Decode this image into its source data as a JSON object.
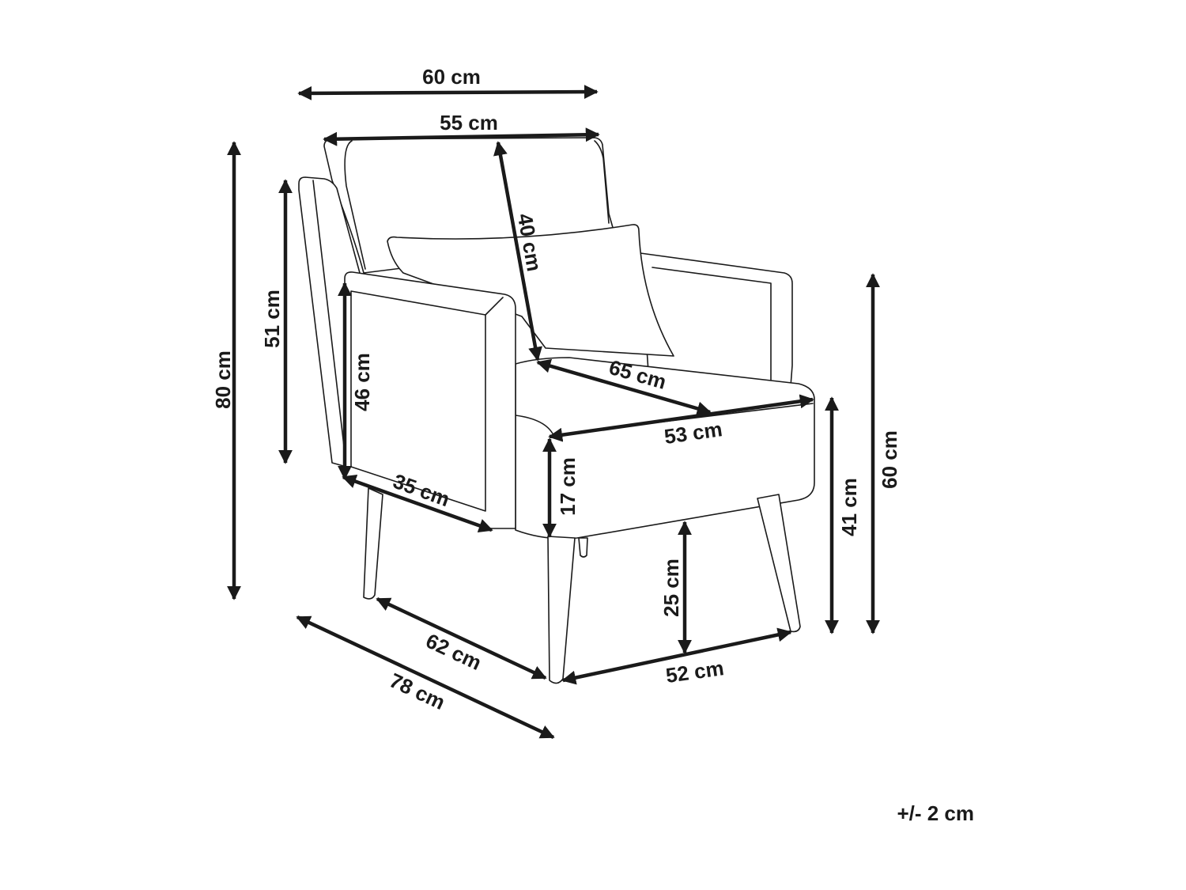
{
  "dimensions": {
    "top_width_outer": "60 cm",
    "top_width_inner": "55 cm",
    "backrest_height": "40 cm",
    "total_height": "80 cm",
    "arm_height_outer": "51 cm",
    "arm_height_inner": "46 cm",
    "seat_diagonal": "65 cm",
    "seat_width": "53 cm",
    "arm_depth": "35 cm",
    "seat_thickness": "17 cm",
    "leg_height": "25 cm",
    "seat_height": "41 cm",
    "arm_top_height": "60 cm",
    "leg_depth": "62 cm",
    "total_depth": "78 cm",
    "leg_width": "52 cm"
  },
  "tolerance": "+/- 2 cm"
}
